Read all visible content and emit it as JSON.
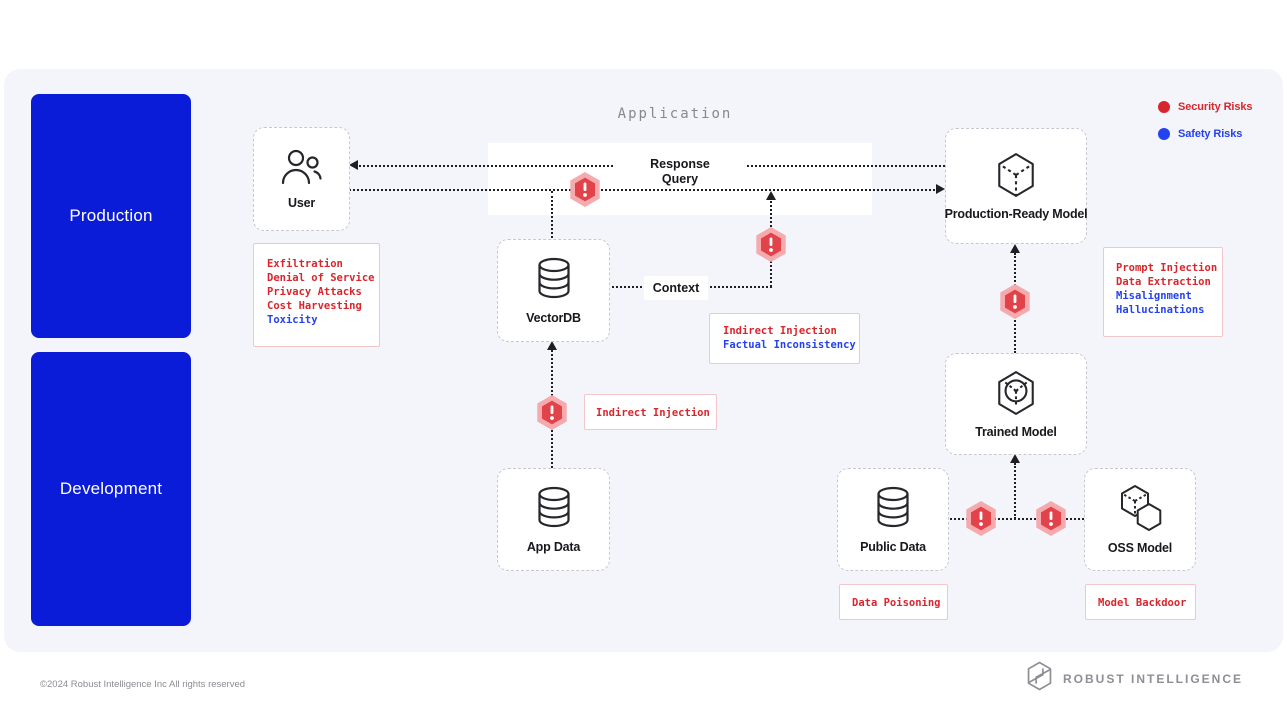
{
  "title": "Application",
  "stages": {
    "production": "Production",
    "development": "Development"
  },
  "legend": {
    "security_label": "Security Risks",
    "safety_label": "Safety Risks"
  },
  "flow_labels": {
    "response": "Response",
    "query": "Query",
    "context": "Context"
  },
  "nodes": {
    "user": {
      "label": "User",
      "icon": "user-icon"
    },
    "vectordb": {
      "label": "VectorDB",
      "icon": "database-icon"
    },
    "app_data": {
      "label": "App Data",
      "icon": "database-icon"
    },
    "production_ready_model": {
      "label": "Production-Ready Model",
      "icon": "cube-icon"
    },
    "trained_model": {
      "label": "Trained Model",
      "icon": "hexagon-target-icon"
    },
    "public_data": {
      "label": "Public Data",
      "icon": "database-icon"
    },
    "oss_model": {
      "label": "OSS Model",
      "icon": "cube-hexagon-icon"
    }
  },
  "risks": {
    "user": {
      "items": [
        {
          "text": "Exfiltration",
          "type": "security"
        },
        {
          "text": "Denial of Service",
          "type": "security"
        },
        {
          "text": "Privacy Attacks",
          "type": "security"
        },
        {
          "text": "Cost Harvesting",
          "type": "security"
        },
        {
          "text": "Toxicity",
          "type": "safety"
        }
      ]
    },
    "context": {
      "items": [
        {
          "text": "Indirect Injection",
          "type": "security"
        },
        {
          "text": "Factual Inconsistency",
          "type": "safety"
        }
      ]
    },
    "app_data": {
      "items": [
        {
          "text": "Indirect Injection",
          "type": "security"
        }
      ]
    },
    "production_model": {
      "items": [
        {
          "text": "Prompt Injection",
          "type": "security"
        },
        {
          "text": "Data Extraction",
          "type": "security"
        },
        {
          "text": "Misalignment",
          "type": "safety"
        },
        {
          "text": "Hallucinations",
          "type": "safety"
        }
      ]
    },
    "public_data": {
      "items": [
        {
          "text": "Data Poisoning",
          "type": "security"
        }
      ]
    },
    "oss_model": {
      "items": [
        {
          "text": "Model Backdoor",
          "type": "security"
        }
      ]
    }
  },
  "footer": {
    "copyright": "©2024 Robust Intelligence Inc All rights reserved",
    "brand": "ROBUST INTELLIGENCE"
  },
  "colors": {
    "security": "#d8262d",
    "safety": "#2442f0",
    "stage_blue": "#0b1cd8",
    "warning": "#e2434b",
    "warning_halo": "#f5abad",
    "panel_bg": "#f4f4fb"
  }
}
